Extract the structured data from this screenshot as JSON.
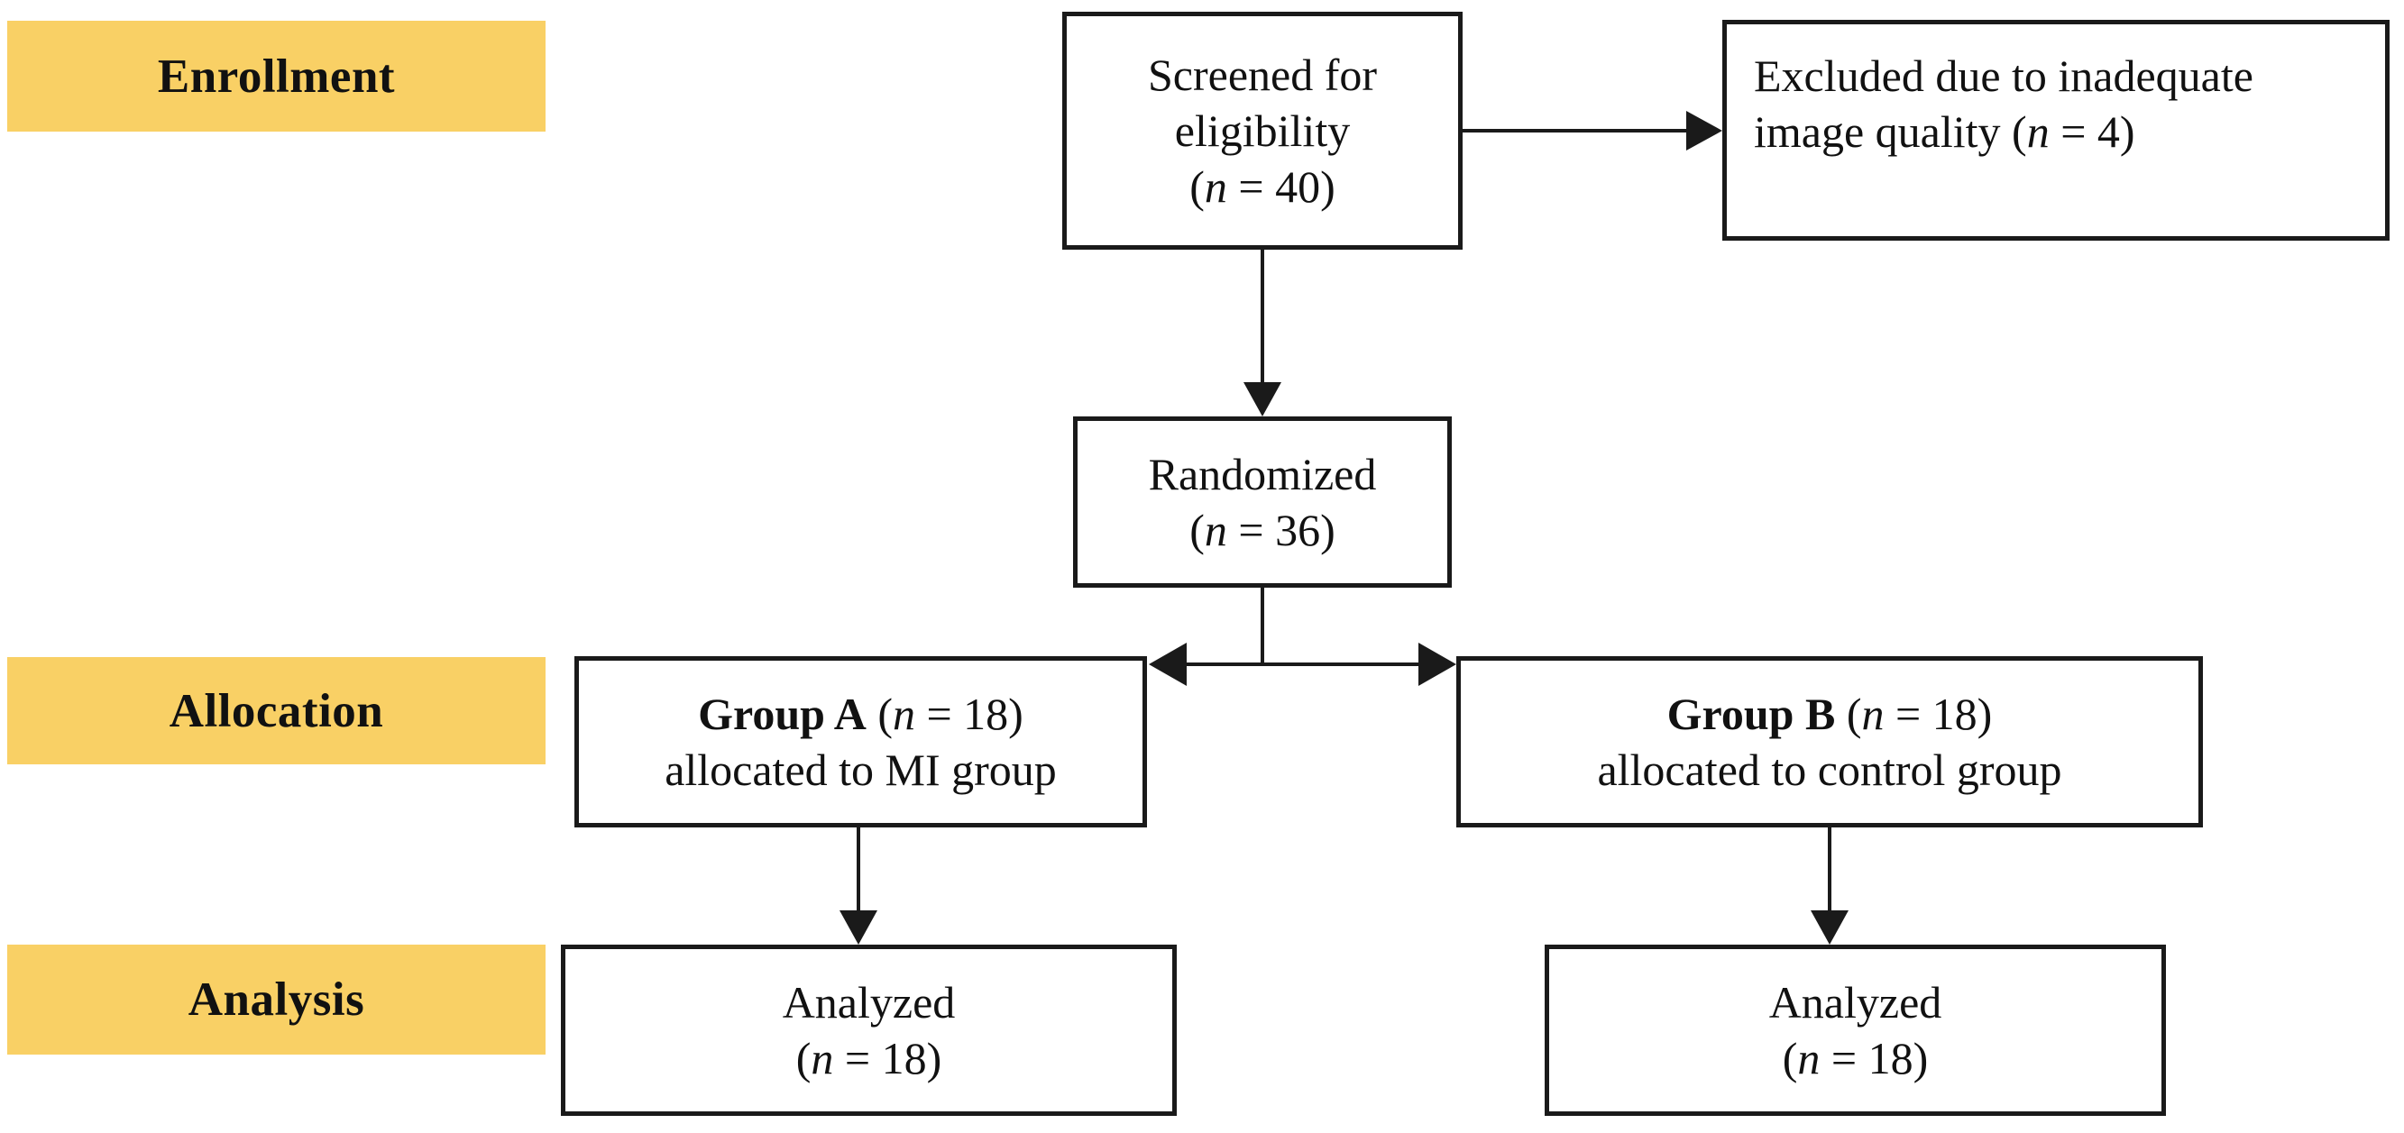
{
  "diagram": {
    "type": "consort-flow",
    "stage_labels": [
      {
        "id": "enrollment",
        "text": "Enrollment"
      },
      {
        "id": "allocation",
        "text": "Allocation"
      },
      {
        "id": "analysis",
        "text": "Analysis"
      }
    ],
    "boxes": [
      {
        "id": "screened",
        "lines": [
          [
            {
              "t": "Screened for"
            }
          ],
          [
            {
              "t": "eligibility"
            }
          ],
          [
            {
              "t": "("
            },
            {
              "t": "n",
              "i": true
            },
            {
              "t": " = 40)"
            }
          ]
        ]
      },
      {
        "id": "excluded",
        "lines": [
          [
            {
              "t": "Excluded due to inadequate"
            }
          ],
          [
            {
              "t": "image quality ("
            },
            {
              "t": "n",
              "i": true
            },
            {
              "t": " = 4)"
            }
          ]
        ]
      },
      {
        "id": "randomized",
        "lines": [
          [
            {
              "t": "Randomized"
            }
          ],
          [
            {
              "t": "("
            },
            {
              "t": "n",
              "i": true
            },
            {
              "t": " = 36)"
            }
          ]
        ]
      },
      {
        "id": "group-a",
        "lines": [
          [
            {
              "t": "Group A",
              "b": true
            },
            {
              "t": " ("
            },
            {
              "t": "n",
              "i": true
            },
            {
              "t": " = 18)"
            }
          ],
          [
            {
              "t": "allocated to MI group"
            }
          ]
        ]
      },
      {
        "id": "group-b",
        "lines": [
          [
            {
              "t": "Group B",
              "b": true
            },
            {
              "t": " ("
            },
            {
              "t": "n",
              "i": true
            },
            {
              "t": " = 18)"
            }
          ],
          [
            {
              "t": "allocated to control group"
            }
          ]
        ]
      },
      {
        "id": "analyzed-a",
        "lines": [
          [
            {
              "t": "Analyzed"
            }
          ],
          [
            {
              "t": "("
            },
            {
              "t": "n",
              "i": true
            },
            {
              "t": " = 18)"
            }
          ]
        ]
      },
      {
        "id": "analyzed-b",
        "lines": [
          [
            {
              "t": "Analyzed"
            }
          ],
          [
            {
              "t": "("
            },
            {
              "t": "n",
              "i": true
            },
            {
              "t": " = 18)"
            }
          ]
        ]
      }
    ],
    "edges": [
      {
        "from": "screened",
        "to": "excluded"
      },
      {
        "from": "screened",
        "to": "randomized"
      },
      {
        "from": "randomized",
        "to": "group-a"
      },
      {
        "from": "randomized",
        "to": "group-b"
      },
      {
        "from": "group-a",
        "to": "analyzed-a"
      },
      {
        "from": "group-b",
        "to": "analyzed-b"
      }
    ],
    "counts": {
      "screened": 40,
      "excluded": 4,
      "randomized": 36,
      "group_a": 18,
      "group_b": 18,
      "analyzed_a": 18,
      "analyzed_b": 18
    },
    "palette": {
      "label_bg": "#F9D065",
      "box_border": "#1A1A1A",
      "arrow": "#1A1A1A",
      "text": "#111111",
      "canvas_bg": "#FFFFFF"
    }
  }
}
